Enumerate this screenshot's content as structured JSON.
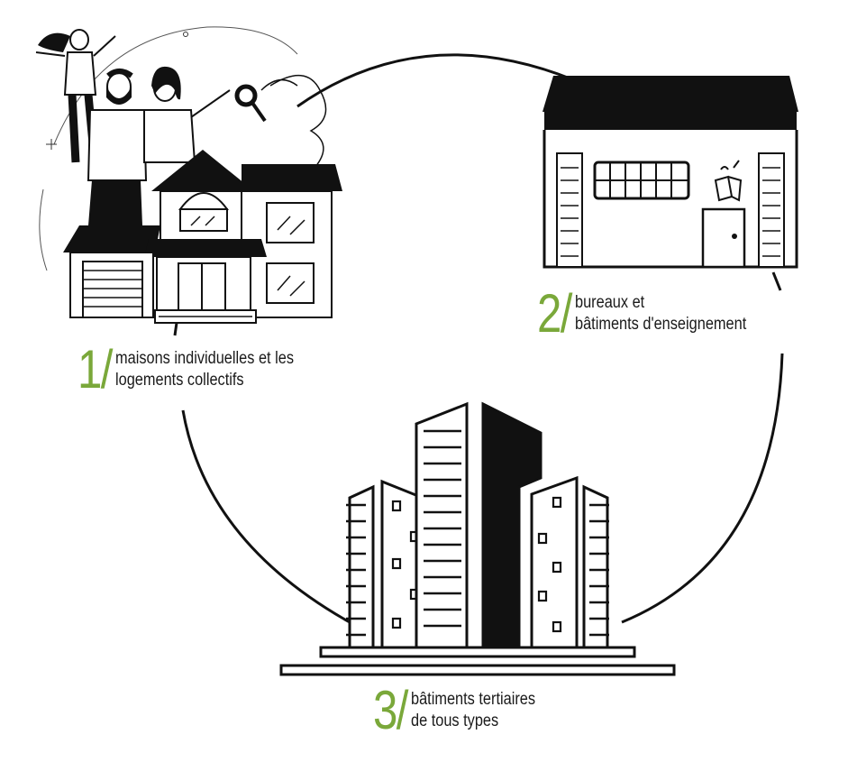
{
  "colors": {
    "accent": "#7aa83a",
    "ink": "#111111",
    "background": "#ffffff"
  },
  "steps": [
    {
      "number": "1/",
      "line1": "maisons individuelles et les",
      "line2": "logements collectifs",
      "icon": "house-family-icon"
    },
    {
      "number": "2/",
      "line1": "bureaux et",
      "line2": "bâtiments d'enseignement",
      "icon": "office-school-icon"
    },
    {
      "number": "3/",
      "line1": "bâtiments tertiaires",
      "line2": "de tous types",
      "icon": "skyscrapers-icon"
    }
  ]
}
